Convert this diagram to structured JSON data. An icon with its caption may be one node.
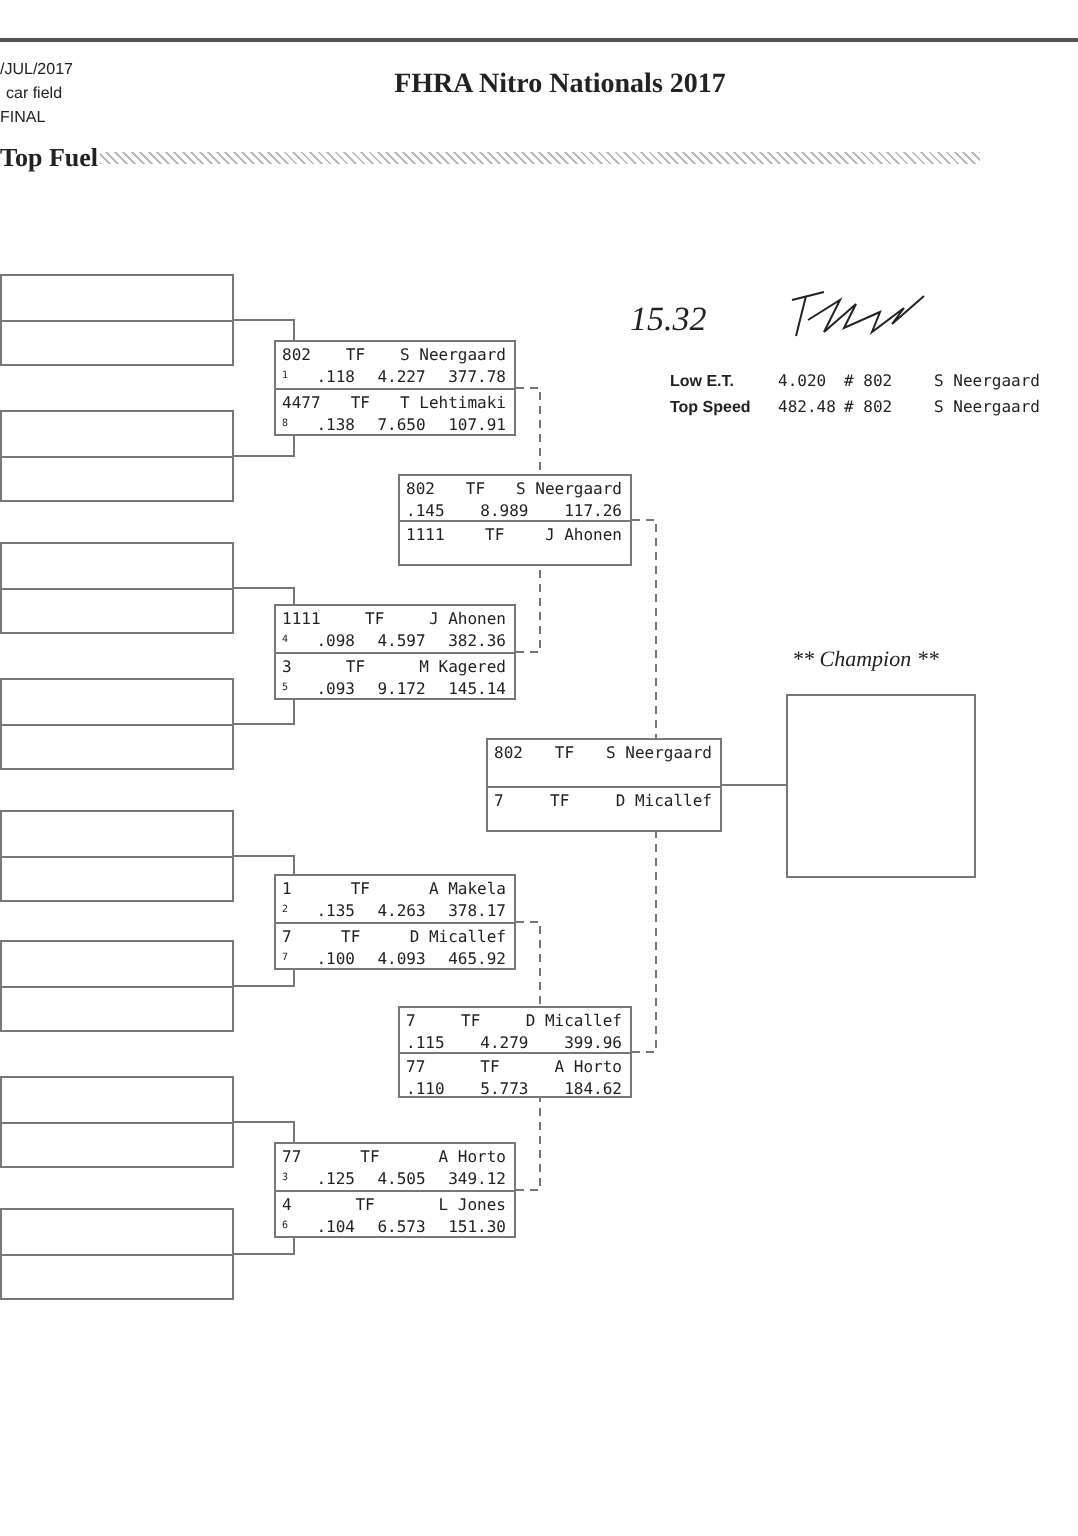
{
  "diagram": {
    "title": "FHRA Nitro Nationals 2017",
    "nodes": [
      {
        "text": [],
        "shape": "box"
      },
      {
        "text": [],
        "shape": "box"
      },
      {
        "text": [],
        "shape": "box"
      },
      {
        "text": [],
        "shape": "box"
      },
      {
        "text": [],
        "shape": "box"
      },
      {
        "text": [],
        "shape": "box"
      },
      {
        "text": [],
        "shape": "box"
      },
      {
        "text": [],
        "shape": "box"
      },
      {
        "text": [
          "802 TF S Neergaard",
          "1 .118 4.227 377.78",
          "4477 TF T Lehtimaki",
          "8 .138 7.650 107.91"
        ]
      },
      {
        "text": [
          "1111 TF J Ahonen",
          "4 .098 4.597 382.36",
          "3 TF M Kagered",
          "5 .093 9.172 145.14"
        ]
      },
      {
        "text": [
          "1 TF A Makela",
          "2 .135 4.263 378.17",
          "7 TF D Micallef",
          "7 .100 4.093 465.92"
        ]
      },
      {
        "text": [
          "77 TF A Horto",
          "3 .125 4.505 349.12",
          "4 TF L Jones",
          "6 .104 6.573 151.30"
        ]
      },
      {
        "text": [
          "802 TF S Neergaard",
          ".145 8.989 117.26",
          "1111 TF J Ahonen"
        ]
      },
      {
        "text": [
          "7 TF D Micallef",
          ".115 4.279 399.96",
          "77 TF A Horto",
          ".110 5.773 184.62"
        ]
      },
      {
        "text": [
          "802 TF S Neergaard",
          "7 TF D Micallef"
        ]
      },
      {
        "text": [
          "** Champion **"
        ]
      }
    ],
    "edges": [
      {
        "from": 0,
        "to": 8,
        "arrow": "none"
      },
      {
        "from": 1,
        "to": 8,
        "arrow": "none"
      },
      {
        "from": 2,
        "to": 9,
        "arrow": "none"
      },
      {
        "from": 3,
        "to": 9,
        "arrow": "none"
      },
      {
        "from": 4,
        "to": 10,
        "arrow": "none"
      },
      {
        "from": 5,
        "to": 10,
        "arrow": "none"
      },
      {
        "from": 6,
        "to": 11,
        "arrow": "none"
      },
      {
        "from": 7,
        "to": 11,
        "arrow": "none"
      },
      {
        "from": 8,
        "to": 12,
        "arrow": "none",
        "style": "dashed"
      },
      {
        "from": 9,
        "to": 12,
        "arrow": "none",
        "style": "dashed"
      },
      {
        "from": 10,
        "to": 13,
        "arrow": "none",
        "style": "dashed"
      },
      {
        "from": 11,
        "to": 13,
        "arrow": "none",
        "style": "dashed"
      },
      {
        "from": 12,
        "to": 14,
        "arrow": "none",
        "style": "dashed"
      },
      {
        "from": 13,
        "to": 14,
        "arrow": "none",
        "style": "dashed"
      },
      {
        "from": 14,
        "to": 15,
        "arrow": "none"
      }
    ],
    "labels": [
      "/JUL/2017",
      "car field",
      "FINAL",
      "Top Fuel",
      "15.32",
      "Low E.T.",
      "4.020",
      "# 802",
      "S Neergaard",
      "Top Speed",
      "482.48",
      "# 802",
      "S Neergaard"
    ]
  }
}
